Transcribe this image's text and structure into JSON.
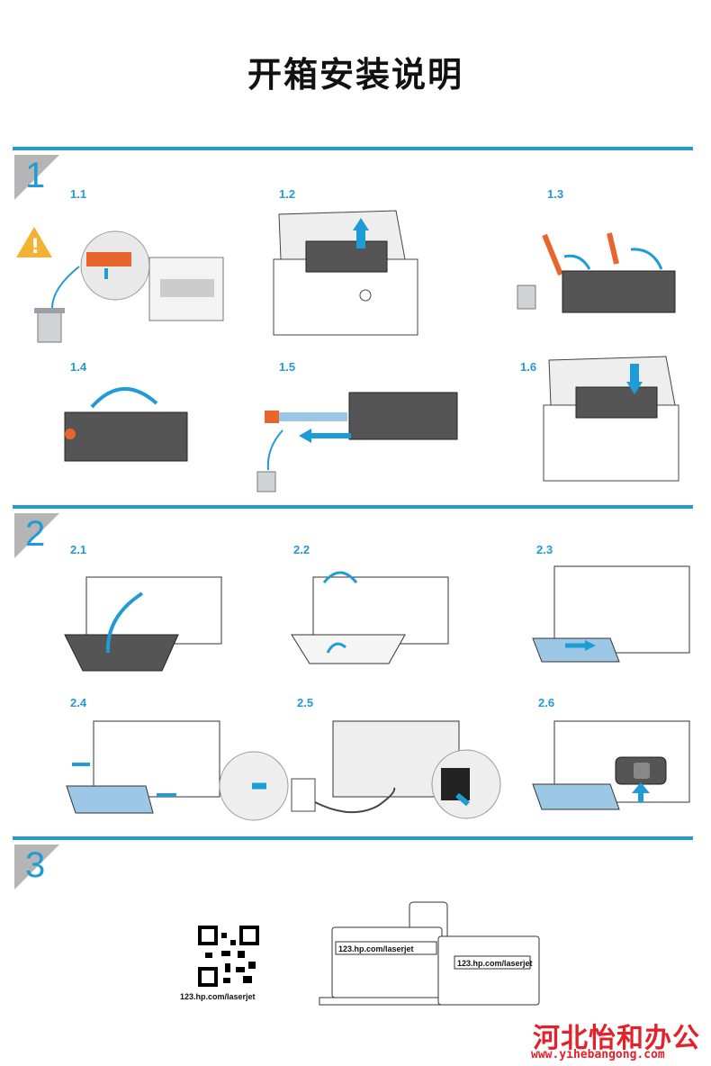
{
  "page_title": "开箱安装说明",
  "sections": [
    {
      "number": "1",
      "steps": [
        "1.1",
        "1.2",
        "1.3",
        "1.4",
        "1.5",
        "1.6"
      ]
    },
    {
      "number": "2",
      "steps": [
        "2.1",
        "2.2",
        "2.3",
        "2.4",
        "2.5",
        "2.6"
      ]
    },
    {
      "number": "3"
    }
  ],
  "setup_url": "123.hp.com/laserjet",
  "watermark": {
    "brand": "河北怡和办公",
    "site": "www.yihebangong.com"
  },
  "colors": {
    "accent": "#1f9bd7",
    "tape": "#e8662b",
    "warning": "#f2b233",
    "watermark": "#e4202a"
  }
}
